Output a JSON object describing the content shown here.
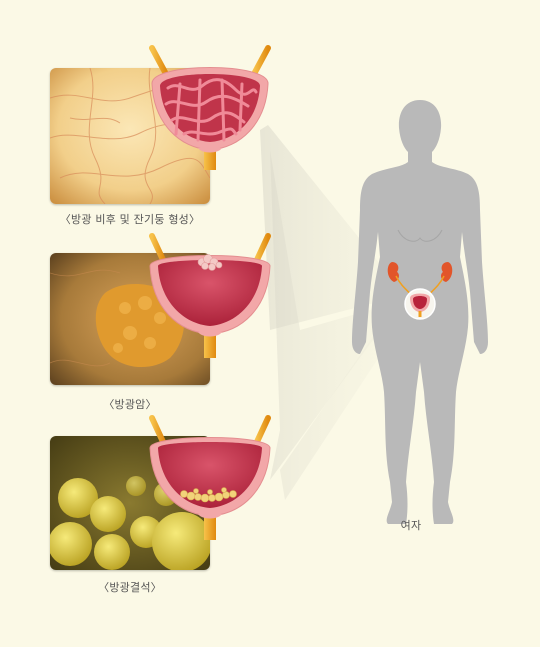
{
  "captions": {
    "hypertrophy": "〈방광 비후 및 잔기둥 형성〉",
    "cancer": "〈방광암〉",
    "stones": "〈방광결석〉",
    "figure_label": "여자"
  },
  "colors": {
    "background": "#fbf9e6",
    "silhouette": "#b9b9b9",
    "bladder_wall": "#f2a7a8",
    "bladder_inner": "#b8223a",
    "ureter": "#f0a020",
    "kidney": "#e2552a",
    "stone": "#f2d27a",
    "tumor": "#f4c9c6"
  },
  "icons": {
    "female_figure": "female-silhouette-icon",
    "bladder": "bladder-icon",
    "kidney": "kidney-icon"
  }
}
